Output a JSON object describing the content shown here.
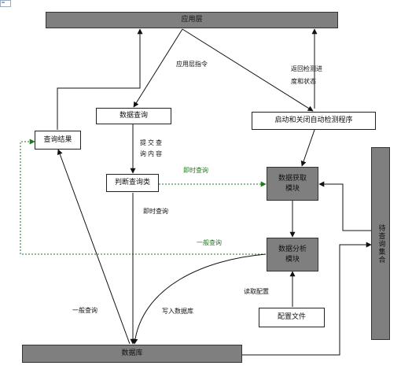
{
  "nodes": {
    "app_layer": "应用层",
    "data_query": "数据查询",
    "start_stop_detect": "启动和关闭自动检测程序",
    "query_result": "查询结果",
    "judge_query_type": "判断查询类",
    "data_fetch_module": "数据获取\n模块",
    "data_analysis_module": "数据分析\n模块",
    "config_file": "配置文件",
    "database": "数据库",
    "pending_query_set": "待查询集合"
  },
  "edge_labels": {
    "app_command": "应用层指令",
    "return_status": "返回检测进\n度和状态",
    "submit_query": "提交查\n询内容",
    "realtime_query_green": "即时查询",
    "realtime_query_black": "即时查询",
    "normal_query_green": "一般查询",
    "normal_query_black": "一般查询",
    "read_config": "读取配置",
    "write_db": "写入数据库"
  },
  "colors": {
    "dark_box": "#7f7f7f",
    "line": "#111111",
    "green": "#1e7a1e"
  }
}
